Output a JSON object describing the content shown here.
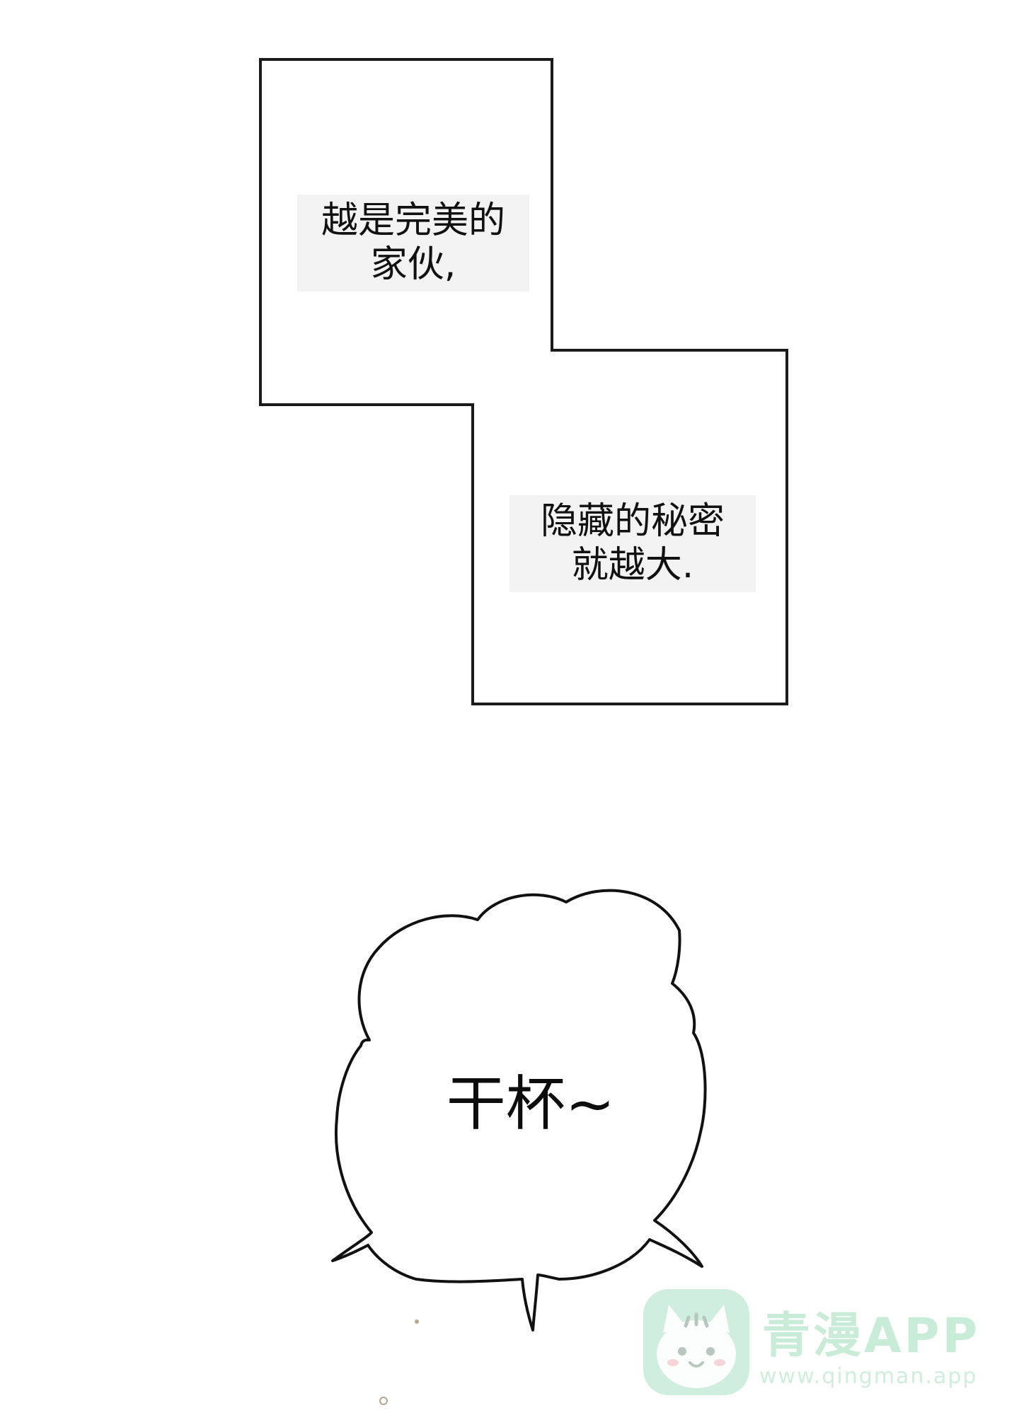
{
  "captions": {
    "first": {
      "line1": "越是完美的",
      "line2": "家伙,"
    },
    "second": {
      "line1": "隐藏的秘密",
      "line2": "就越大."
    }
  },
  "speech_bubble": {
    "text": "干杯~"
  },
  "watermark": {
    "title": "青漫APP",
    "url": "www.qingman.app",
    "icon": "cat-face-icon",
    "color": "#c9ecd9"
  },
  "colors": {
    "background": "#ffffff",
    "ink": "#111111",
    "caption_fill": "#f3f3f3"
  }
}
